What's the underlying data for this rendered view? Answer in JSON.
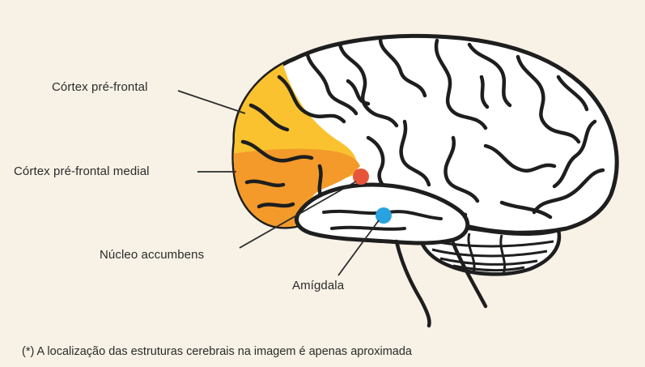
{
  "labels": {
    "prefrontal_cortex": "Córtex pré-frontal",
    "medial_prefrontal_cortex": "Córtex pré-frontal medial",
    "nucleus_accumbens": "Núcleo accumbens",
    "amygdala": "Amígdala"
  },
  "footnote": "(*) A localização das estruturas cerebrais na imagem é apenas aproximada",
  "colors": {
    "background": "#f7f1e6",
    "prefrontal_cortex": "#f9c22e",
    "medial_prefrontal_cortex": "#f39a2b",
    "nucleus_accumbens_marker": "#e8543a",
    "amygdala_marker": "#29a3e0",
    "outline": "#1e1e1e"
  }
}
